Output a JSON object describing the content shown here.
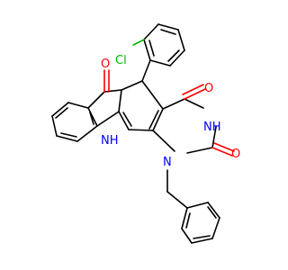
{
  "molecule": {
    "atoms": {
      "cl": {
        "symbol": "Cl",
        "color": "#00bb00"
      },
      "o_ketone": {
        "symbol": "O",
        "color": "#ff0000"
      },
      "o_upper": {
        "symbol": "O",
        "color": "#ff0000"
      },
      "o_lower": {
        "symbol": "O",
        "color": "#ff0000"
      },
      "nh_pyridine": {
        "symbol": "NH",
        "color": "#0000ff"
      },
      "nh_imide": {
        "symbol": "NH",
        "color": "#0000ff"
      },
      "n_benzyl": {
        "symbol": "N",
        "color": "#0000ff"
      }
    }
  }
}
